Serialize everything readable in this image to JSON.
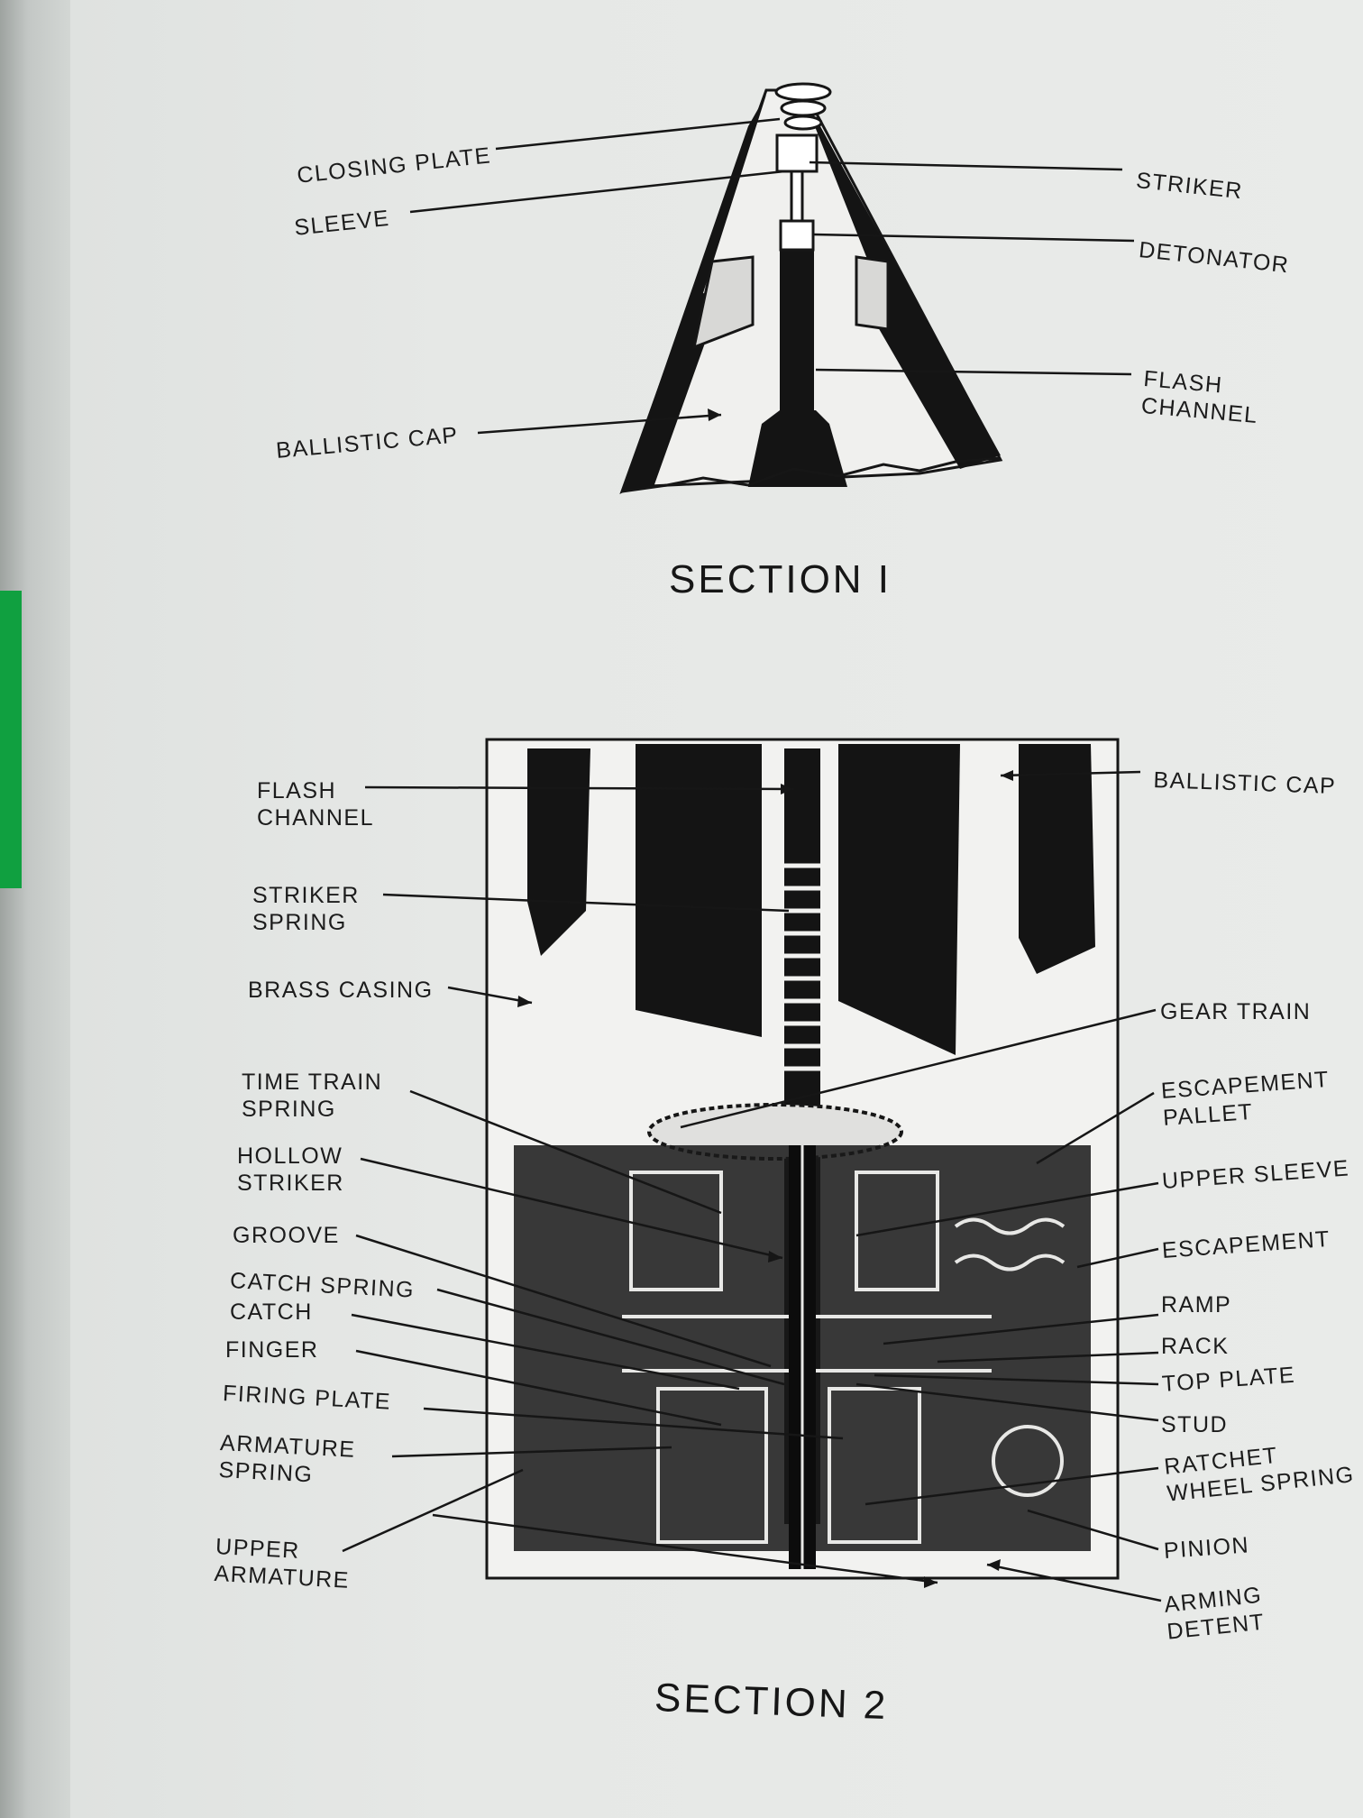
{
  "section1": {
    "title": "SECTION I",
    "labels": {
      "closing_plate": "CLOSING PLATE",
      "sleeve": "SLEEVE",
      "ballistic_cap": "BALLISTIC CAP",
      "striker": "STRIKER",
      "detonator": "DETONATOR",
      "flash_channel": "FLASH\nCHANNEL"
    }
  },
  "section2": {
    "title": "SECTION 2",
    "labels": {
      "flash_channel": "FLASH\nCHANNEL",
      "striker_spring": "STRIKER\nSPRING",
      "brass_casing": "BRASS CASING",
      "time_train_spring": "TIME TRAIN\nSPRING",
      "hollow_striker": "HOLLOW\nSTRIKER",
      "groove": "GROOVE",
      "catch_spring": "CATCH SPRING",
      "catch": "CATCH",
      "finger": "FINGER",
      "firing_plate": "FIRING PLATE",
      "armature_spring": "ARMATURE\nSPRING",
      "upper_armature": "UPPER\nARMATURE",
      "ballistic_cap": "BALLISTIC CAP",
      "gear_train": "GEAR TRAIN",
      "escapement_pallet": "ESCAPEMENT\nPALLET",
      "upper_sleeve": "UPPER SLEEVE",
      "escapement": "ESCAPEMENT",
      "ramp": "RAMP",
      "rack": "RACK",
      "top_plate": "TOP PLATE",
      "stud": "STUD",
      "ratchet_wheel_spring": "RATCHET\nWHEEL SPRING",
      "pinion": "PINION",
      "arming_detent": "ARMING\nDETENT"
    }
  },
  "colors": {
    "ink": "#161616",
    "paper": "#e8eae8",
    "tab": "#10a040"
  }
}
